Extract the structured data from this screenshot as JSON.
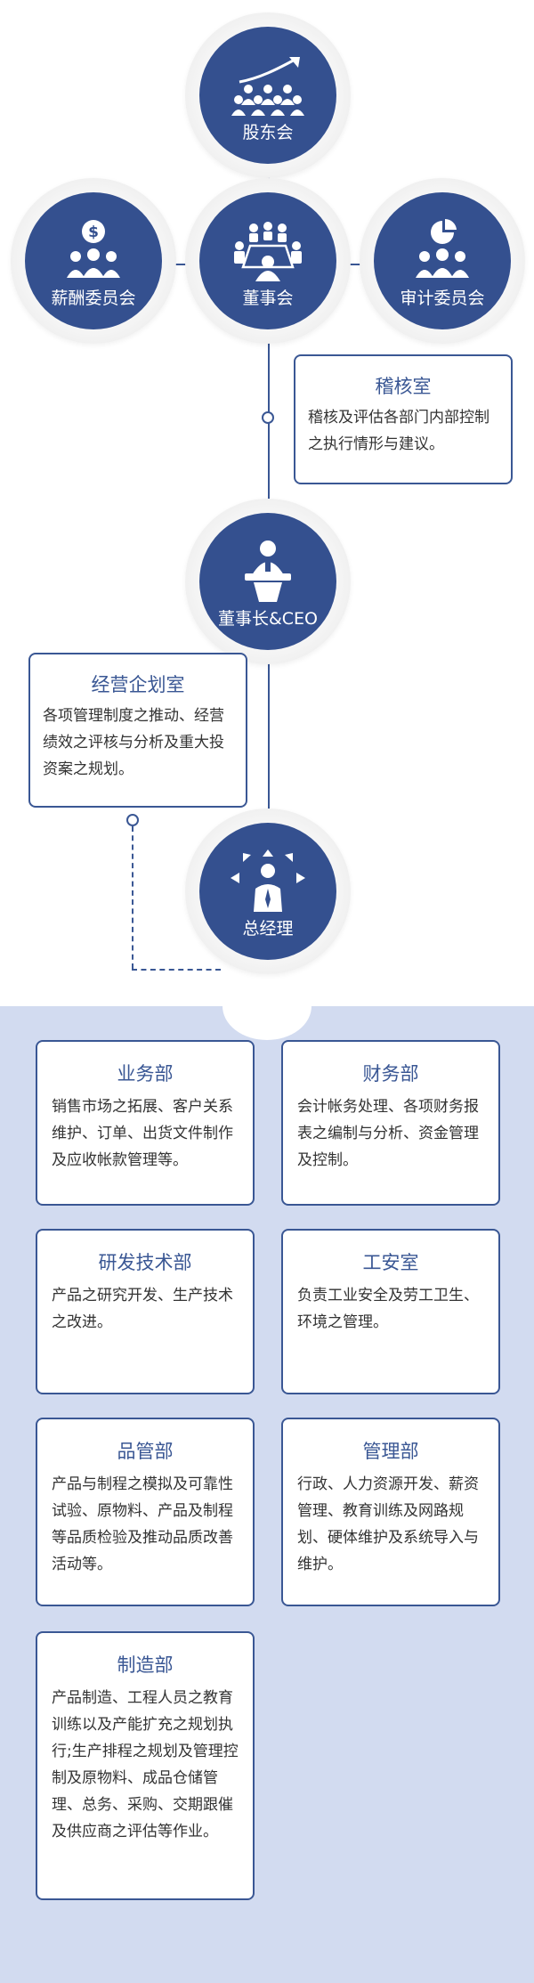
{
  "nodes": {
    "shareholders": "股东会",
    "board": "董事会",
    "compensation": "薪酬委员会",
    "audit_committee": "审计委员会",
    "chairman": "董事长&CEO",
    "gm": "总经理"
  },
  "audit_office": {
    "title": "稽核室",
    "desc": "稽核及评估各部门内部控制之执行情形与建议。"
  },
  "planning_office": {
    "title": "经营企划室",
    "desc": "各项管理制度之推动、经营绩效之评核与分析及重大投资案之规划。"
  },
  "departments": [
    {
      "title": "业务部",
      "desc": "销售市场之拓展、客户关系维护、订单、出货文件制作及应收帐款管理等。"
    },
    {
      "title": "财务部",
      "desc": "会计帐务处理、各项财务报表之编制与分析、资金管理及控制。"
    },
    {
      "title": "研发技术部",
      "desc": "产品之研究开发、生产技术之改进。"
    },
    {
      "title": "工安室",
      "desc": "负责工业安全及劳工卫生、环境之管理。"
    },
    {
      "title": "品管部",
      "desc": "产品与制程之模拟及可靠性试验、原物料、产品及制程等品质检验及推动品质改善活动等。"
    },
    {
      "title": "管理部",
      "desc": "行政、人力资源开发、薪资管理、教育训练及网路规划、硬体维护及系统导入与维护。"
    },
    {
      "title": "制造部",
      "desc": "产品制造、工程人员之教育训练以及产能扩充之规划执行;生产排程之规划及管理控制及原物料、成品仓储管理、总务、采购、交期跟催及供应商之评估等作业。"
    }
  ],
  "icons": {
    "shareholders": "audience-growth-icon",
    "board": "meeting-table-icon",
    "compensation": "dollar-group-icon",
    "audit_committee": "pie-chart-group-icon",
    "chairman": "podium-speaker-icon",
    "gm": "manager-arrows-icon"
  },
  "colors": {
    "primary": "#34508f",
    "border": "#3a5794",
    "lower_background": "#d2dbf0"
  }
}
